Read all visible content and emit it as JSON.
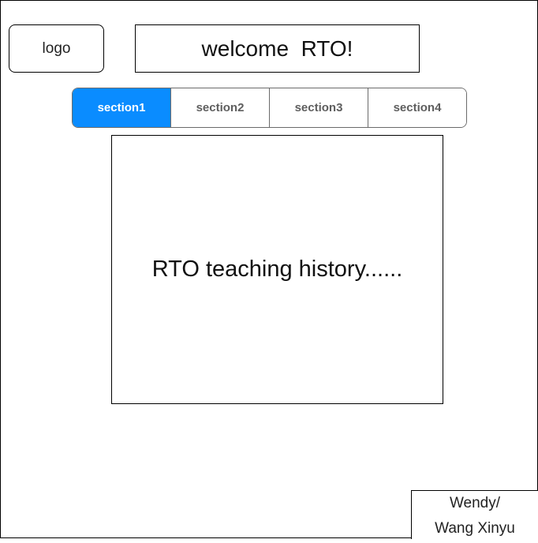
{
  "header": {
    "logo_label": "logo",
    "welcome_title": "welcome  RTO!"
  },
  "tabs": [
    {
      "label": "section1",
      "active": true
    },
    {
      "label": "section2",
      "active": false
    },
    {
      "label": "section3",
      "active": false
    },
    {
      "label": "section4",
      "active": false
    }
  ],
  "main": {
    "content_text": "RTO teaching history......"
  },
  "footer": {
    "author_line1": "Wendy/",
    "author_line2": "Wang Xinyu"
  },
  "colors": {
    "active_tab": "#0a8cff",
    "tab_text": "#5e5e5e",
    "border": "#000000"
  }
}
